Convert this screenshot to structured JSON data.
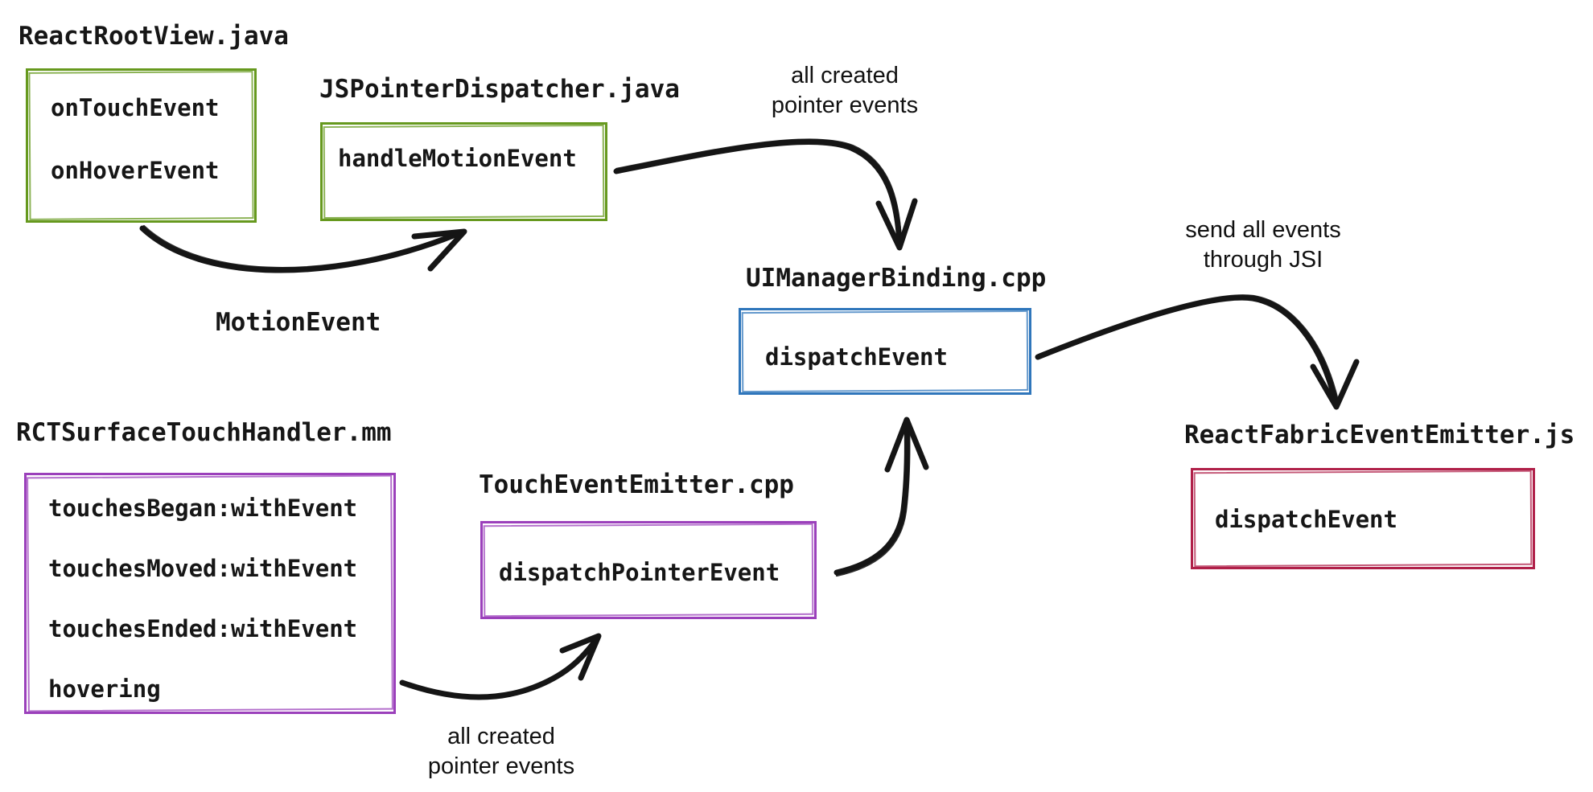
{
  "colors": {
    "android_green": "#66991e",
    "cpp_blue": "#2f76bb",
    "ios_purple": "#9b40bb",
    "js_crimson": "#b02049",
    "ink": "#151515",
    "background": "#ffffff"
  },
  "nodes": [
    {
      "file": "ReactRootView.java",
      "color": "#66991e",
      "methods": [
        "onTouchEvent",
        "onHoverEvent"
      ]
    },
    {
      "file": "JSPointerDispatcher.java",
      "color": "#66991e",
      "methods": [
        "handleMotionEvent"
      ]
    },
    {
      "file": "UIManagerBinding.cpp",
      "color": "#2f76bb",
      "methods": [
        "dispatchEvent"
      ]
    },
    {
      "file": "ReactFabricEventEmitter.js",
      "color": "#b02049",
      "methods": [
        "dispatchEvent"
      ]
    },
    {
      "file": "RCTSurfaceTouchHandler.mm",
      "color": "#9b40bb",
      "methods": [
        "touchesBegan:withEvent",
        "touchesMoved:withEvent",
        "touchesEnded:withEvent",
        "hovering"
      ]
    },
    {
      "file": "TouchEventEmitter.cpp",
      "color": "#9b40bb",
      "methods": [
        "dispatchPointerEvent"
      ]
    }
  ],
  "edges": [
    {
      "from": "ReactRootView.java",
      "to": "JSPointerDispatcher.java",
      "label_lines": [
        "MotionEvent"
      ]
    },
    {
      "from": "JSPointerDispatcher.java",
      "to": "UIManagerBinding.cpp",
      "label_lines": [
        "all created",
        "pointer events"
      ]
    },
    {
      "from": "UIManagerBinding.cpp",
      "to": "ReactFabricEventEmitter.js",
      "label_lines": [
        "send all events",
        "through JSI"
      ]
    },
    {
      "from": "RCTSurfaceTouchHandler.mm",
      "to": "TouchEventEmitter.cpp",
      "label_lines": [
        "all created",
        "pointer events"
      ]
    },
    {
      "from": "TouchEventEmitter.cpp",
      "to": "UIManagerBinding.cpp",
      "label_lines": []
    }
  ]
}
